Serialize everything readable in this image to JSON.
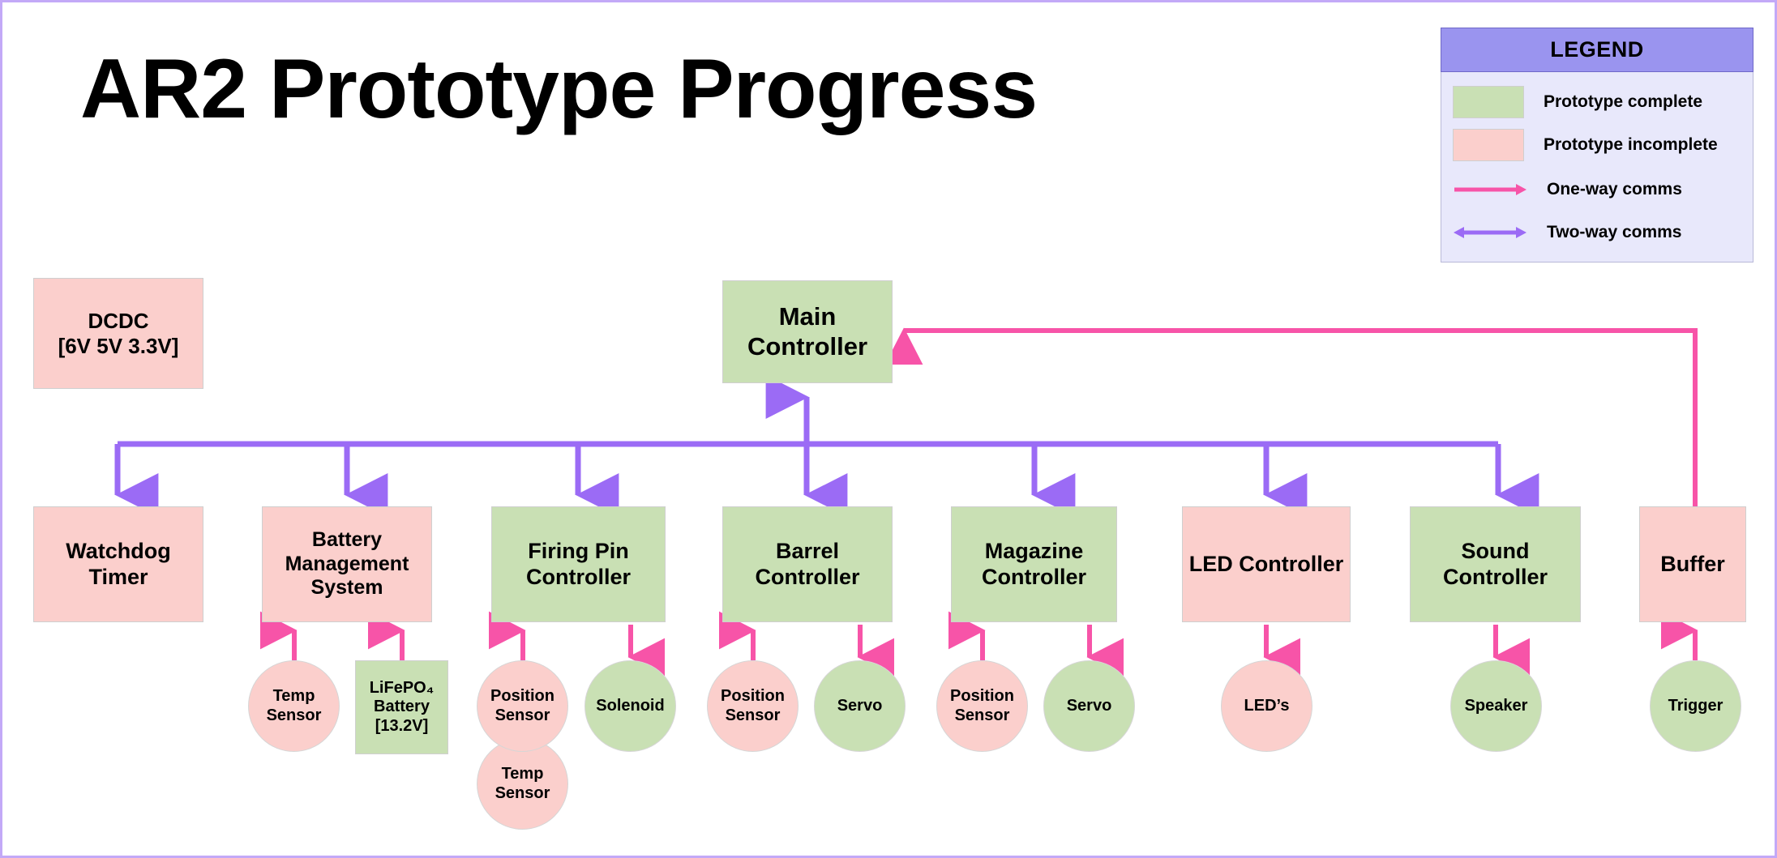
{
  "page": {
    "title": "AR2 Prototype Progress",
    "border_color": "#c3a9f7",
    "background": "#ffffff"
  },
  "colors": {
    "complete_fill": "#c9e0b4",
    "incomplete_fill": "#fbcfcc",
    "one_way_arrow": "#f754a8",
    "two_way_arrow": "#9b6bf5",
    "legend_header_fill": "#9a94ef",
    "legend_body_fill": "#e8e8fb"
  },
  "legend": {
    "title": "LEGEND",
    "items": [
      {
        "type": "swatch",
        "label": "Prototype complete",
        "color": "#c9e0b4",
        "icon": "green-square-icon"
      },
      {
        "type": "swatch",
        "label": "Prototype incomplete",
        "color": "#fbcfcc",
        "icon": "pink-square-icon"
      },
      {
        "type": "arrow",
        "label": "One-way comms",
        "color": "#f754a8",
        "icon": "one-way-arrow-icon"
      },
      {
        "type": "arrow",
        "label": "Two-way comms",
        "color": "#9b6bf5",
        "icon": "two-way-arrow-icon"
      }
    ]
  },
  "nodes": {
    "dcdc": {
      "line1": "DCDC",
      "line2": "[6V 5V 3.3V]",
      "status": "incomplete"
    },
    "main_controller": {
      "line1": "Main",
      "line2": "Controller",
      "status": "complete"
    },
    "watchdog_timer": {
      "line1": "Watchdog",
      "line2": "Timer",
      "status": "incomplete"
    },
    "battery_management_system": {
      "line1": "Battery",
      "line2": "Management",
      "line3": "System",
      "status": "incomplete"
    },
    "firing_pin_controller": {
      "line1": "Firing Pin",
      "line2": "Controller",
      "status": "complete"
    },
    "barrel_controller": {
      "line1": "Barrel",
      "line2": "Controller",
      "status": "complete"
    },
    "magazine_controller": {
      "line1": "Magazine",
      "line2": "Controller",
      "status": "complete"
    },
    "led_controller": {
      "line1": "LED Controller",
      "status": "incomplete"
    },
    "sound_controller": {
      "line1": "Sound",
      "line2": "Controller",
      "status": "complete"
    },
    "buffer": {
      "line1": "Buffer",
      "status": "incomplete"
    },
    "bms_temp_sensor": {
      "line1": "Temp",
      "line2": "Sensor",
      "status": "incomplete"
    },
    "lifepo4_battery": {
      "line1": "LiFePO₄",
      "line2": "Battery",
      "line3": "[13.2V]",
      "status": "complete"
    },
    "firing_position_sensor": {
      "line1": "Position",
      "line2": "Sensor",
      "status": "incomplete"
    },
    "firing_temp_sensor": {
      "line1": "Temp",
      "line2": "Sensor",
      "status": "incomplete"
    },
    "solenoid": {
      "line1": "Solenoid",
      "status": "complete"
    },
    "barrel_position_sensor": {
      "line1": "Position",
      "line2": "Sensor",
      "status": "incomplete"
    },
    "barrel_servo": {
      "line1": "Servo",
      "status": "complete"
    },
    "magazine_position_sensor": {
      "line1": "Position",
      "line2": "Sensor",
      "status": "incomplete"
    },
    "magazine_servo": {
      "line1": "Servo",
      "status": "complete"
    },
    "leds": {
      "line1": "LED’s",
      "status": "incomplete"
    },
    "speaker": {
      "line1": "Speaker",
      "status": "complete"
    },
    "trigger": {
      "line1": "Trigger",
      "status": "complete"
    }
  }
}
